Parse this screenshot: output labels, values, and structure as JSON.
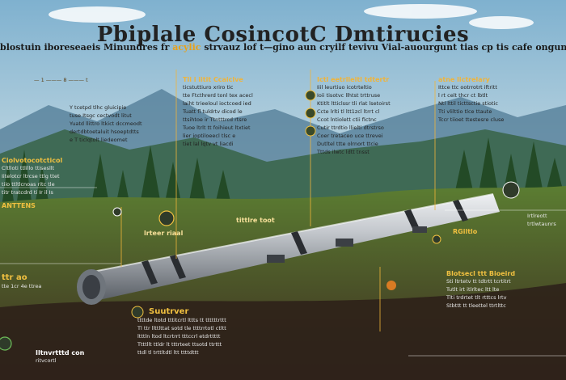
{
  "header": {
    "title": "Pbiplale CosincotC Dmtirucies",
    "subtitle_a": "blostuin iboreseaeis Minundres fr ",
    "subtitle_accent": "acylic",
    "subtitle_b": " strvauz lof t—gino aun cryilf tevivu Vial-auourgunt tias cp tis cafe ongunfictiaue"
  },
  "panels": {
    "top_left": {
      "lines": [
        "— 1 ——— 8 ——— t"
      ]
    },
    "top_mid_left": {
      "head": "Tli i iitit Ccaiclve",
      "lines": [
        "ticstuttiuro xriro tic",
        "tte Ftcthrerd tonl tex acecl",
        "laiht trieeloul ioctcoed ied",
        "Tuatt fl tuldrtv dicod le",
        "ttsihtoe ir Ttntttrcd rtsre",
        "Tuoe ltrlt tt foihieut ltxtiet",
        "lier ioptiloeecl tlsc e",
        "tiet lal lqtv vt liacdi"
      ]
    },
    "top_left_notes": {
      "lines": [
        "Y tcetpd tlhc gluicipie",
        "tuse Itsgc cectvodt litut",
        "Yuatd llittro ltkict dccmeodt",
        "dertdbtoetaluit hsoeptdtts",
        "e T ticlqtolt liedeomet"
      ]
    },
    "top_center": {
      "head": "Ictl eetrlleitl tdtertr",
      "lines": [
        "Iiil leurtiuo icotrteltio",
        "Ioii tisotvc llhtst trttruse",
        "Ktitlt ltticlssr tli rlat lsetoirst",
        "Ccte lrlti tl ltt1zcl ltrrt cl",
        "Ccot lntiolett ctii fictnc",
        "Cutir ttrdtio llielti dtrstrso",
        "Coer tretaceo uce ttrevei",
        "Dutltel ttte olrnort ttcie",
        "Tttds ilwtc ldtt tnsst"
      ]
    },
    "top_right": {
      "head": "atne lictrelary",
      "lines": [
        "Ittce ttc ootrrotrt iftritt",
        "l rt celt thcr ct lbtlt",
        "Ntl lttil ticttsctie stiotic",
        "Tti vlilttio tlce ttaute",
        "Tccr tiioet ttestesre cluse"
      ]
    },
    "left_mid": {
      "head": "Ciolvotocotcticol",
      "lines": [
        "Cltlloti ttlillo ttisesllt",
        "Iitelotcr ltrcse ttlg ttet",
        "tiio ttltlcnoas ritc tle",
        "titr tratcdrd ti Ir il Is"
      ]
    },
    "left_label": {
      "text": "ANTTENS"
    },
    "left_low": {
      "text": "ttr ao",
      "sub": "tte 1cr 4e ttrea"
    },
    "bottom_left": {
      "text": "Iltnvrtttd con",
      "sub": "ritvcortl"
    },
    "bottom_center": {
      "head": "Suutrver",
      "lines": [
        "ttttde ltotd tttitcrtl lttts tt ttttttrttt",
        "Tl ttr llttlttat sotd tle ttttrrtotl ctltt",
        "ltttln ltod ltcrtrrt tttccrl etdrttttt",
        "Ttttllt ttldr lt tttrteet ttsotd ttrttt",
        "ttdl tl trttltdtl ltt ttttdttt"
      ]
    },
    "bottom_right": {
      "head": "Blotsecl ttt Bioeird",
      "lines": [
        "Sti ltrtetv tt tdtrtt tcrtitrt",
        "Tutlt irt itlrltec ltt lte ",
        "Tlti trdrtet tlt rtttcs lrtv",
        "Stbttt tt tleettel ttrtlttc"
      ]
    },
    "right_mid": {
      "lines": [
        "Irtlreott",
        "trtlwtaunrs"
      ]
    },
    "mid_tags": {
      "a": "tittlre toot",
      "b": "lrteer riaal",
      "c": "RGiltlo"
    }
  },
  "colors": {
    "accent": "#f0b43a",
    "pipe": "#b8bcc2",
    "forest": "#2f5a2c"
  }
}
